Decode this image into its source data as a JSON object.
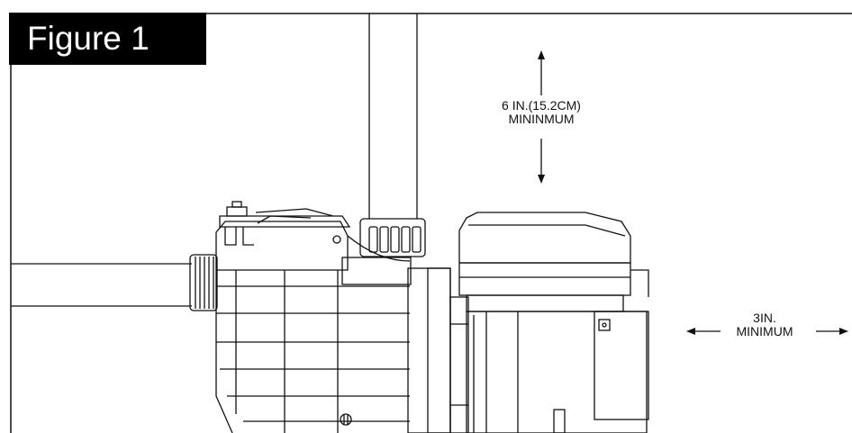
{
  "figure": {
    "label": "Figure 1"
  },
  "clearance_top": {
    "line1": "6 IN.(15.2CM)",
    "line2": "MININMUM"
  },
  "clearance_side": {
    "line1": "3IN.",
    "line2": "MINIMUM"
  },
  "colors": {
    "ink": "#111111",
    "background": "#ffffff",
    "label_bg": "#000000"
  },
  "icons": [
    "pump-strainer-housing",
    "strainer-lid-icon",
    "union-nut-icon",
    "motor-housing-icon",
    "arrow-up-icon",
    "arrow-down-icon",
    "arrow-left-icon",
    "arrow-right-icon"
  ]
}
